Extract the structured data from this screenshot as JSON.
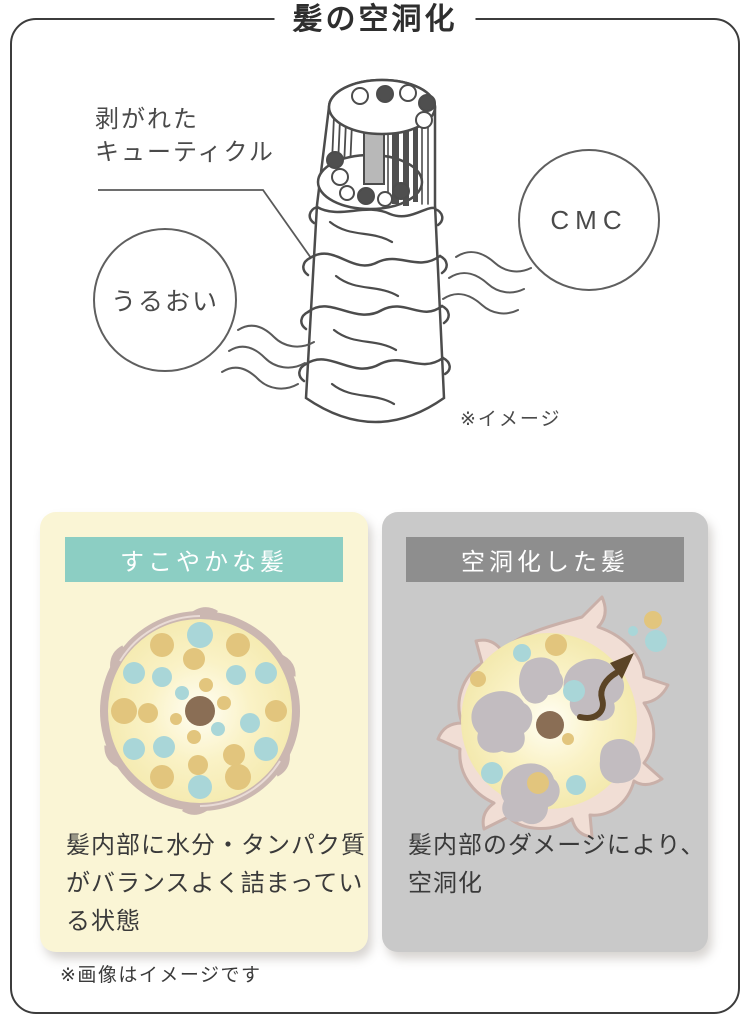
{
  "title": "髪の空洞化",
  "hair_diagram": {
    "peeled_cuticle_label": {
      "line1": "剥がれた",
      "line2": "キューティクル"
    },
    "moisture_bubble": "うるおい",
    "cmc_bubble": "CMC",
    "image_note": "※イメージ"
  },
  "panels": {
    "healthy": {
      "header": "すこやかな髪",
      "description_lines": [
        "髪内部に水分・タンパク質",
        "がバランスよく詰まってい",
        "る状態"
      ]
    },
    "hollowed": {
      "header": "空洞化した髪",
      "description_lines": [
        "髪内部のダメージにより、",
        "空洞化"
      ]
    }
  },
  "footer_note": "※画像はイメージです",
  "colors": {
    "healthy_panel_bg": "#faf5d5",
    "healthy_header_bg": "#8ccec3",
    "hollowed_panel_bg": "#c9c9c9",
    "hollowed_header_bg": "#8e8e8e",
    "protein_dot": "#e2c57d",
    "moisture_dot": "#a9d6d8",
    "medulla_brown": "#8a6e55",
    "cuticle_pink": "#cbb7b1",
    "line_art": "#4c4c4c"
  }
}
